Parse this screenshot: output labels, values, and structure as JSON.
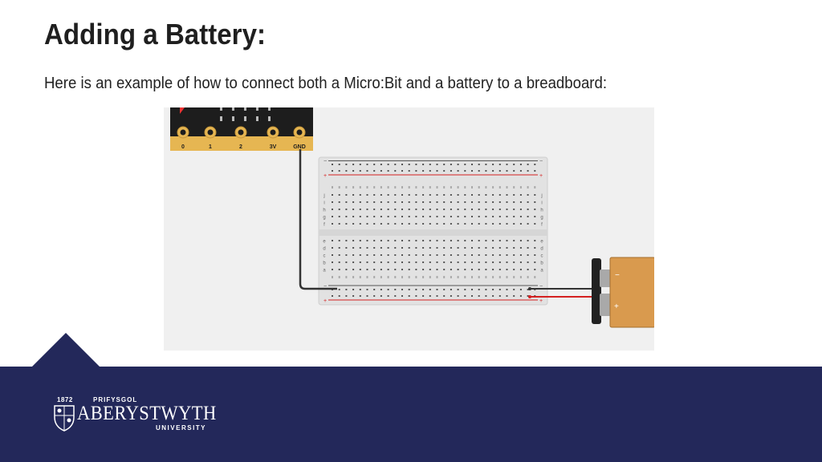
{
  "slide": {
    "title": "Adding a Battery:",
    "body": "Here is an example of how to connect both a Micro:Bit and a battery to a breadboard:"
  },
  "microbit": {
    "pins": [
      "0",
      "1",
      "2",
      "3V",
      "GND"
    ],
    "color": "#1d1d1d",
    "edge_color": "#e6b652"
  },
  "breadboard": {
    "rail_minus": "−",
    "rail_plus": "+",
    "row_letters_top": [
      "j",
      "i",
      "h",
      "g",
      "f"
    ],
    "row_letters_bottom": [
      "e",
      "d",
      "c",
      "b",
      "a"
    ],
    "column_count": 30
  },
  "battery": {
    "minus": "−",
    "plus": "+",
    "body_color": "#d99a4e"
  },
  "wires": {
    "gnd_color": "#333333",
    "negative_color": "#333333",
    "positive_color": "#d42020"
  },
  "footer": {
    "year": "1872",
    "welsh_name": "PRIFYSGOL",
    "name": "ABERYSTWYTH",
    "university": "UNIVERSITY",
    "band_color": "#23285a"
  }
}
